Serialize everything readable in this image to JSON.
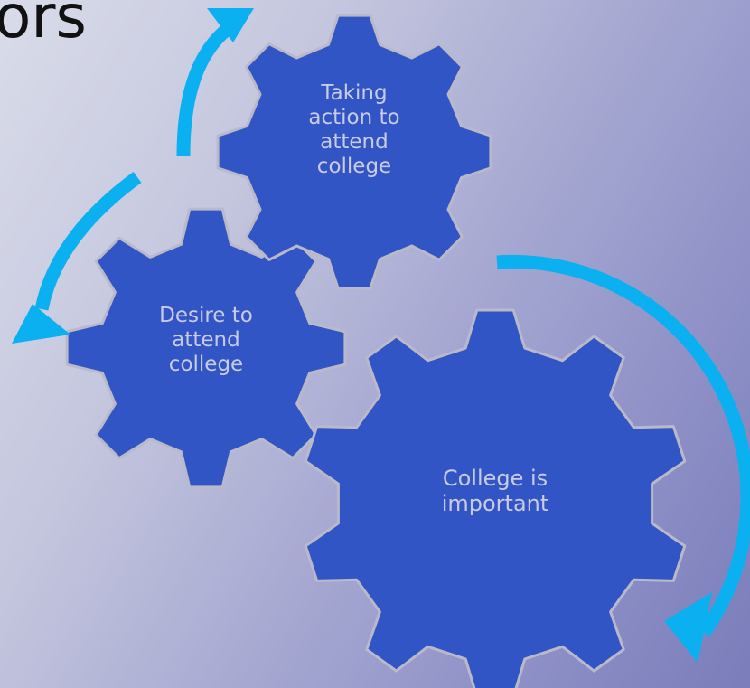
{
  "slide": {
    "title_fragment": "ors",
    "background_colors": [
      "#d9dce9",
      "#a7a9d2",
      "#7a7dba"
    ]
  },
  "diagram": {
    "type": "gear-cycle",
    "gear_color": "#3255c6",
    "gear_outline_color": "#b9b9c9",
    "arrow_color": "#0bb0f0",
    "gears": [
      {
        "id": "action",
        "label": "Taking\naction to\nattend\ncollege",
        "teeth": 8
      },
      {
        "id": "desire",
        "label": "Desire to\nattend\ncollege",
        "teeth": 8
      },
      {
        "id": "important",
        "label": "College is\nimportant",
        "teeth": 10
      }
    ],
    "arrows": [
      {
        "from": "important",
        "to": "important",
        "icon": "curved-arrow-icon"
      },
      {
        "from": "desire",
        "to": "action",
        "icon": "curved-arrow-icon"
      },
      {
        "from": "action",
        "to": "desire",
        "icon": "curved-arrow-icon"
      }
    ]
  }
}
